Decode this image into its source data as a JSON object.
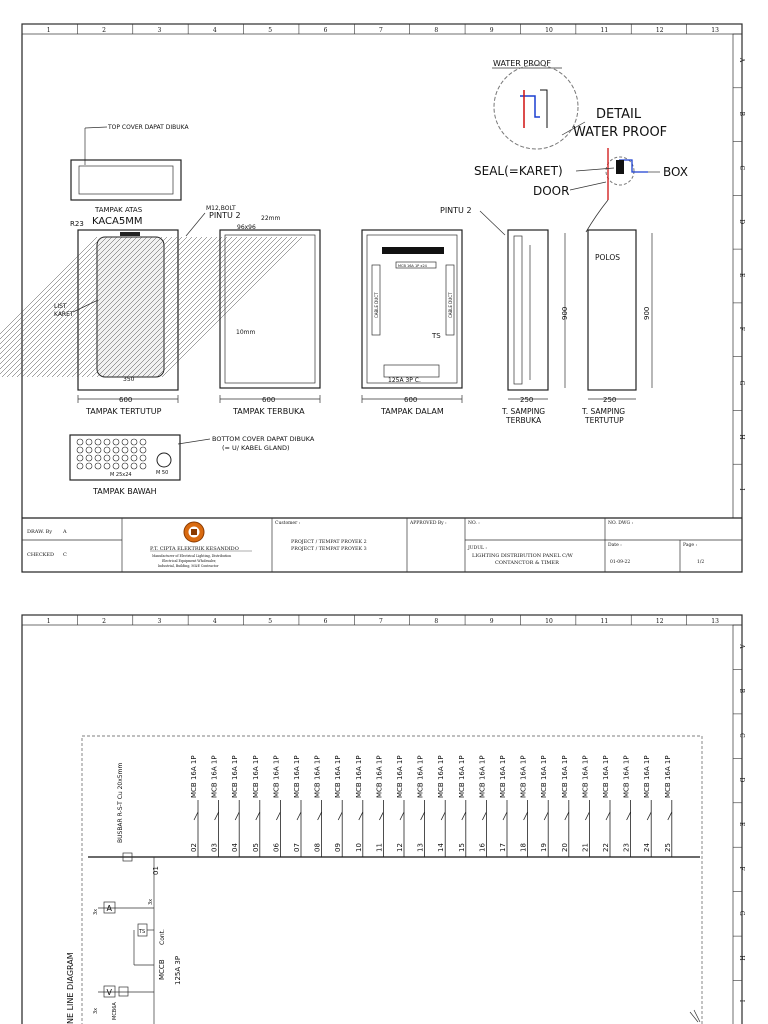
{
  "columns": [
    "1",
    "2",
    "3",
    "4",
    "5",
    "6",
    "7",
    "8",
    "9",
    "10",
    "11",
    "12",
    "13"
  ],
  "rows": [
    "A",
    "B",
    "C",
    "D",
    "E",
    "F",
    "G",
    "H",
    "I"
  ],
  "sheet1": {
    "detail": {
      "water_proof": "WATER PROOF",
      "detail_line1": "DETAIL",
      "detail_line2": "WATER PROOF",
      "seal": "SEAL(=KARET)",
      "door": "DOOR",
      "box": "BOX"
    },
    "top": {
      "cover_note": "TOP COVER DAPAT DIBUKA",
      "caption": "TAMPAK ATAS"
    },
    "closed": {
      "glass": "KACA5MM",
      "radius": "R23",
      "list": "LIST",
      "rubber": "KARET",
      "width_inner": "350",
      "width": "600",
      "caption": "TAMPAK TERTUTUP"
    },
    "open": {
      "bolt": "M12,BOLT",
      "door": "PINTU 2",
      "meter": "96x96",
      "gap": "22mm",
      "offset": "10mm",
      "width": "600",
      "caption": "TAMPAK TERBUKA"
    },
    "inside": {
      "door": "PINTU 2",
      "mcb": "MCB 16A 1P x24",
      "duct": "CABLE DUCT",
      "ts": "TS",
      "main": "125A 3P C.",
      "width": "600",
      "caption": "TAMPAK DALAM"
    },
    "side_open": {
      "height": "900",
      "width": "250",
      "caption1": "T. SAMPING",
      "caption2": "TERBUKA"
    },
    "side_closed": {
      "plain": "POLOS",
      "height": "900",
      "width": "250",
      "caption1": "T. SAMPING",
      "caption2": "TERTUTUP"
    },
    "bottom": {
      "cover_note1": "BOTTOM COVER DAPAT DIBUKA",
      "cover_note2": "(= U/ KABEL GLAND)",
      "gland_small": "M 25x24",
      "gland_big": "M 50",
      "caption": "TAMPAK BAWAH"
    },
    "title_block": {
      "draw_by": "DRAW. By",
      "draw_val": "A",
      "checked": "CHECKED",
      "checked_val": "C",
      "company": "P.T. CIPTA ELEKTRIK KESANDIDO",
      "company_sub1": "Manufacturer of Electrical Lighting, Distribution",
      "company_sub2": "Electrical Equipment Wholesaler,",
      "company_sub3": "Industrial, Building, M&E Contractor",
      "customer": "Customer :",
      "project1": "PROJECT / TEMPAT PROYEK 2",
      "project2": "PROJECT / TEMPAT PROYEK 3",
      "approved": "APPROVED By :",
      "no": "NO. :",
      "no_dwg": "NO. DWG :",
      "judul": "JUDUL :",
      "title1": "LIGHTING DISTRIBUTION PANEL C/W",
      "title2": "CONTANCTOR & TIMER",
      "date_label": "Date :",
      "date": "01-09-22",
      "page_label": "Page :",
      "page": "1/2"
    }
  },
  "sheet2": {
    "vertical_title": "NE LINE DIAGRAM",
    "busbar": "BUSBAR R-S-T Cu 20x5mm",
    "breaker_label": "MCB 16A 1P",
    "circuits": [
      "02",
      "03",
      "04",
      "05",
      "06",
      "07",
      "08",
      "09",
      "10",
      "11",
      "12",
      "13",
      "14",
      "15",
      "16",
      "17",
      "18",
      "19",
      "20",
      "21",
      "22",
      "23",
      "24",
      "25"
    ],
    "circuit_first": "01",
    "mccb": "MCCB",
    "mccb_rating": "125A 3P",
    "cont": "Cont.",
    "ts": "TS",
    "ammeter": "A",
    "voltmeter": "V",
    "three_x": "3x",
    "mcb_small": "MCB6A"
  }
}
